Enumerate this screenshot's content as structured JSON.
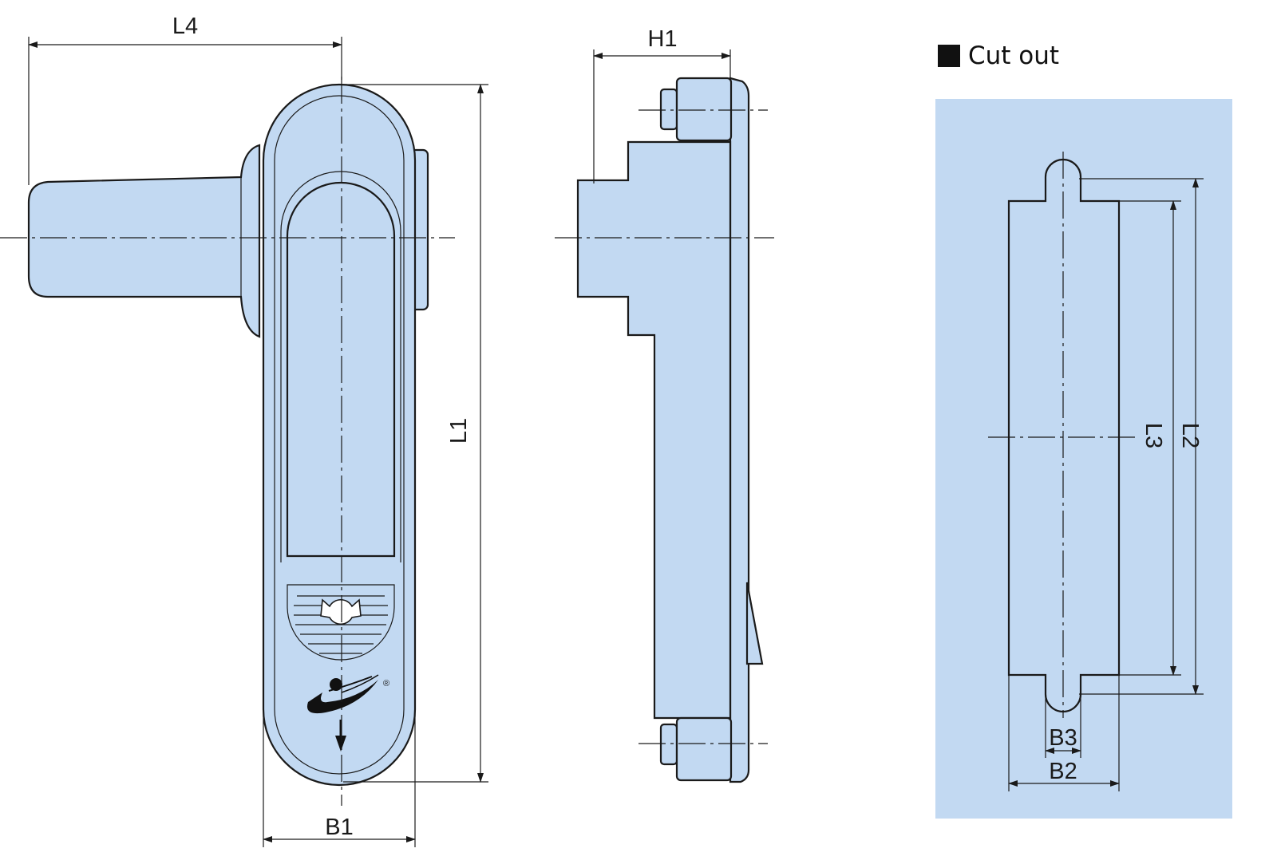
{
  "colors": {
    "part_fill": "#c2d9f2",
    "cutout_panel": "#c2d9f2",
    "cutout_hole": "#ffffff",
    "line": "#1a1a1a"
  },
  "icons": {
    "legend_marker": "black-square-icon",
    "brand_logo": "swoosh-logo-icon",
    "direction_arrow": "down-arrow-icon",
    "key_cylinder": "keyhole-icon"
  },
  "front_view": {
    "dimensions": {
      "width_b1": "B1",
      "length_l1": "L1",
      "reach_l4": "L4"
    },
    "registered_mark": "®"
  },
  "side_view": {
    "dimensions": {
      "height_h1": "H1"
    }
  },
  "cutout": {
    "legend_label": "Cut out",
    "dimensions": {
      "length_l2": "L2",
      "length_l3": "L3",
      "width_b2": "B2",
      "width_b3": "B3"
    }
  }
}
